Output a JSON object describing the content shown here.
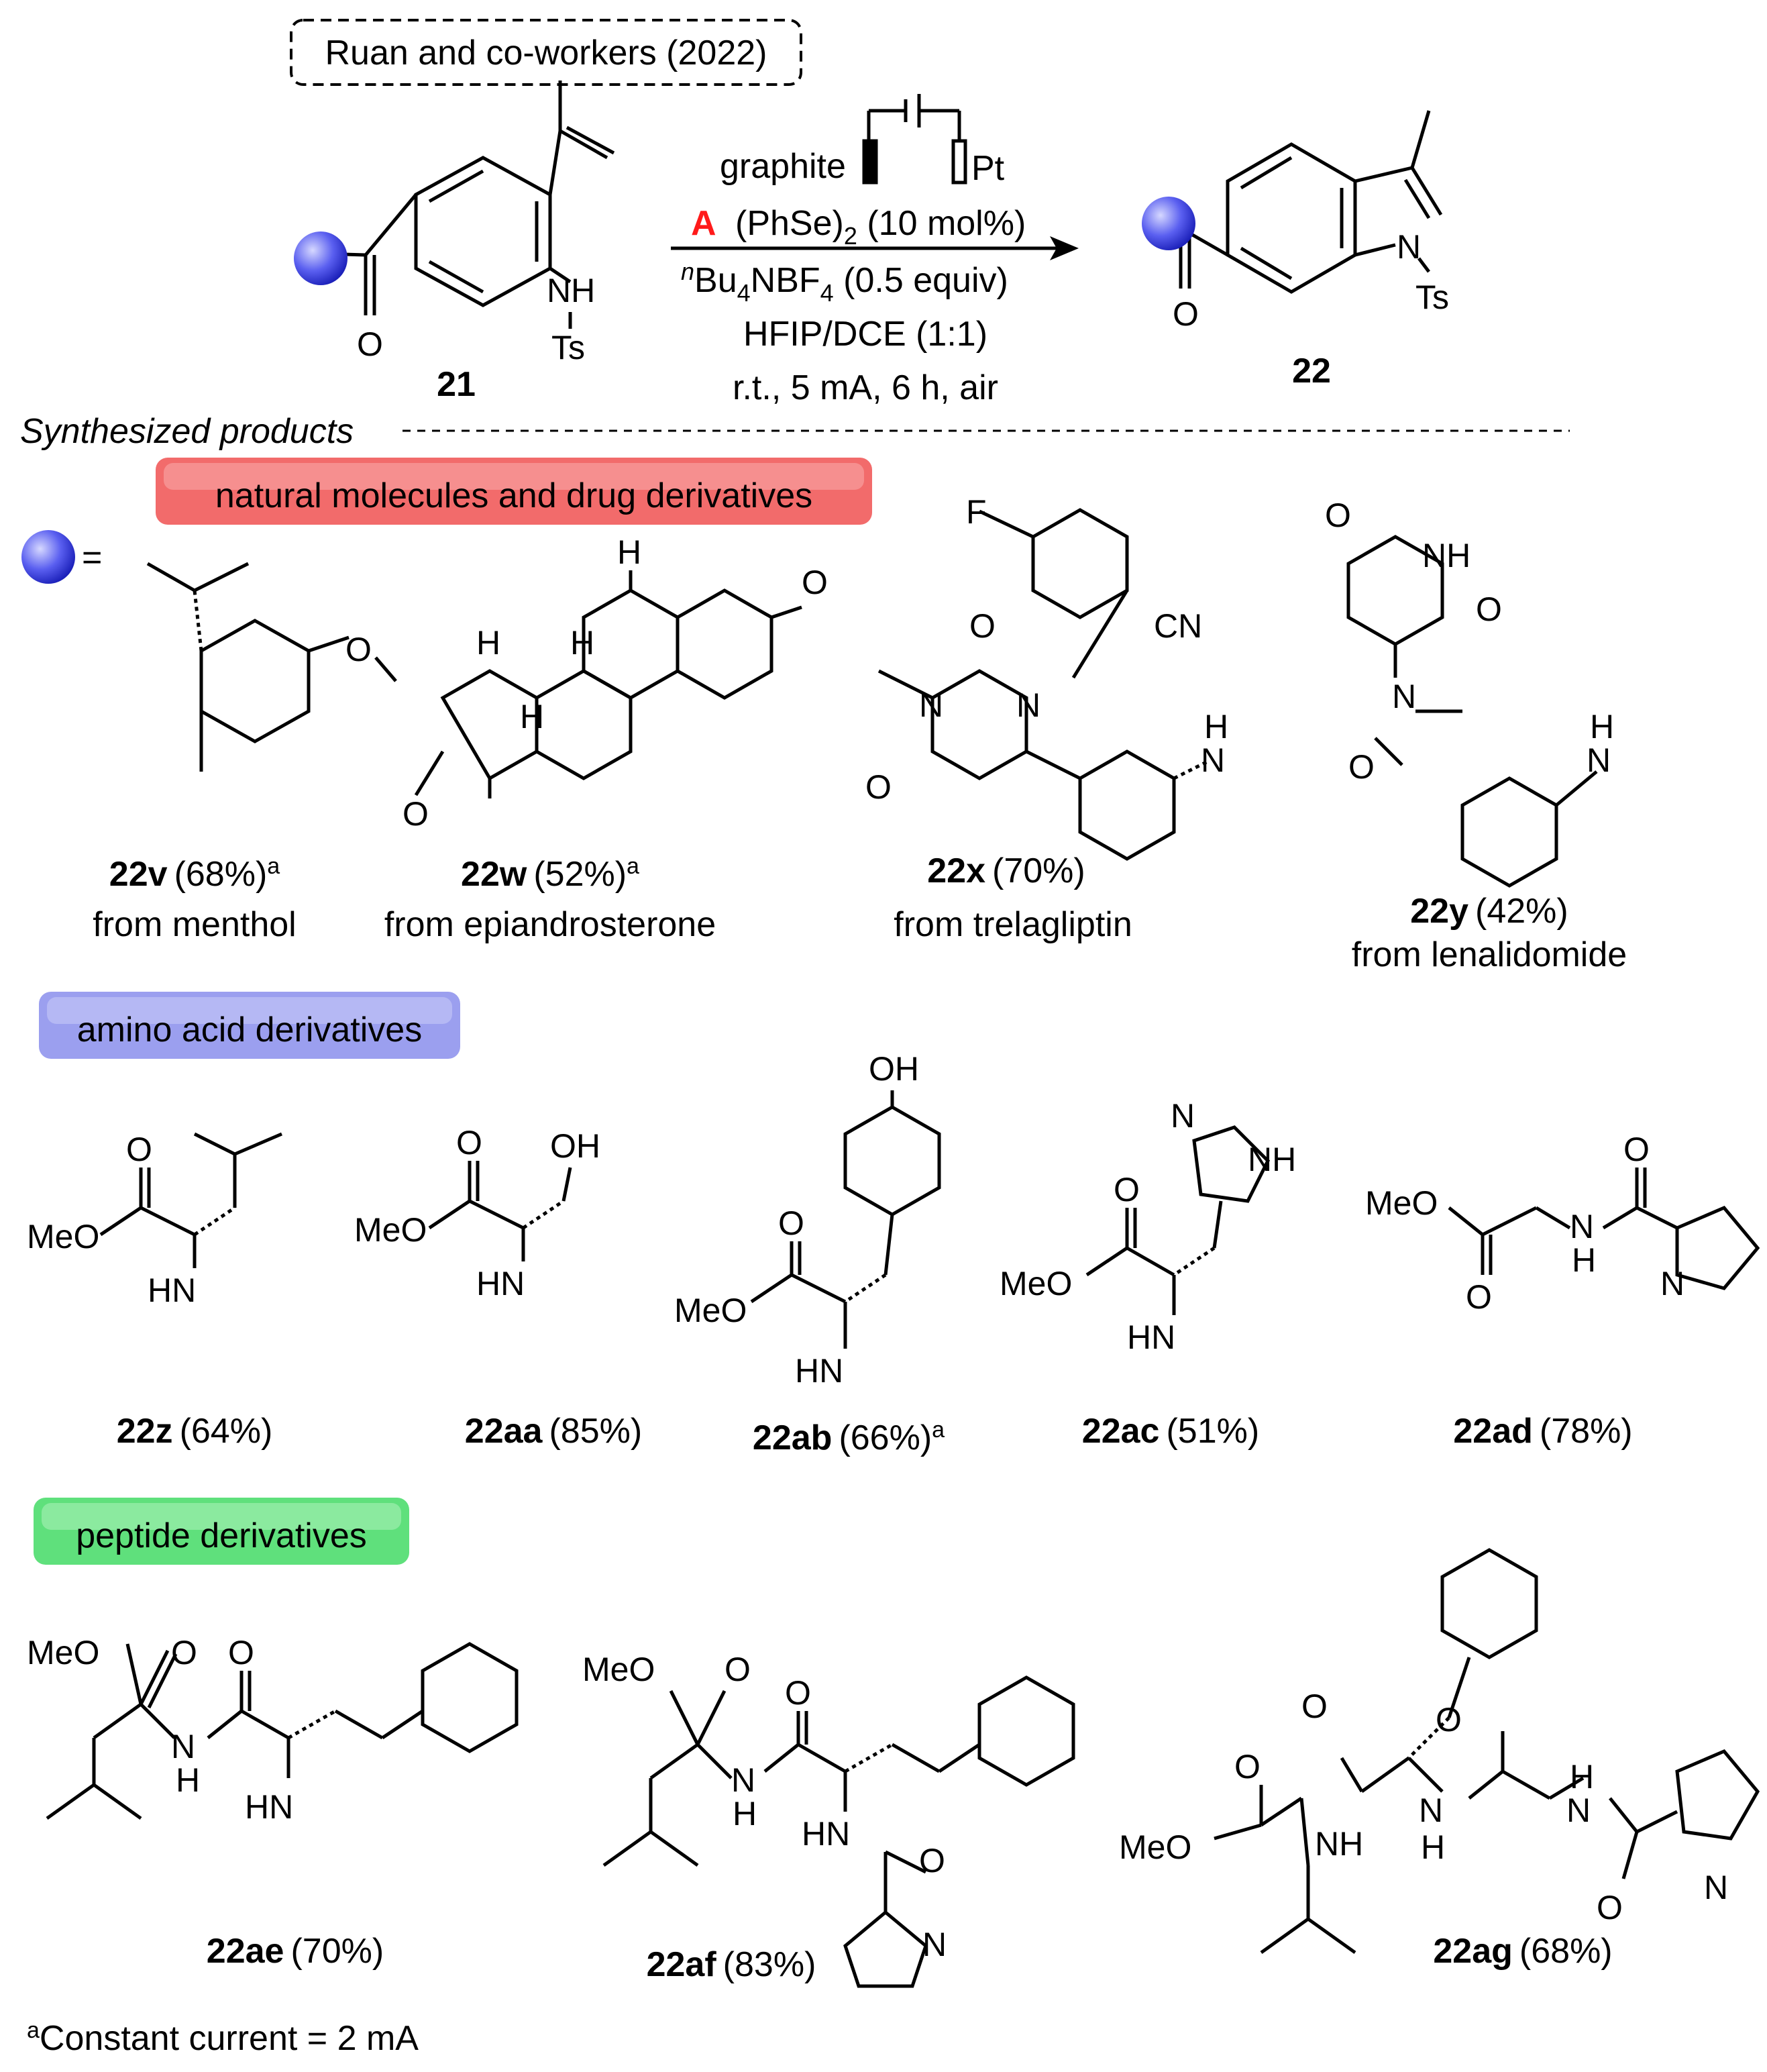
{
  "header": {
    "title": "Ruan and co-workers (2022)"
  },
  "reaction": {
    "reactant_label": "21",
    "product_label": "22",
    "anode": "graphite",
    "cathode": "Pt",
    "cond_catalyst_marker": "A",
    "cond_catalyst_marker_color": "#ff1a1a",
    "cond_catalyst_text": "(PhSe)",
    "cond_catalyst_sub": "2",
    "cond_catalyst_amount": " (10 mol%)",
    "cond_salt_sup": "n",
    "cond_salt_a": "Bu",
    "cond_salt_sub": "4",
    "cond_salt_b": "NBF",
    "cond_salt_sub2": "4",
    "cond_salt_amount": " (0.5 equiv)",
    "cond_solvent": "HFIP/DCE (1:1)",
    "cond_misc": "r.t., 5 mA, 6 h, air",
    "atoms": {
      "nh": "NH",
      "ts": "Ts",
      "o": "O",
      "n": "N"
    }
  },
  "sections": {
    "synthesized_products": "Synthesized products",
    "natural": {
      "label": "natural molecules and drug derivatives",
      "color": "#f26b6b"
    },
    "amino": {
      "label": "amino acid derivatives",
      "color": "#9b9fef"
    },
    "peptide": {
      "label": "peptide derivatives",
      "color": "#5fe07c"
    },
    "equals_sign": "="
  },
  "products": [
    {
      "id": "22v",
      "yield": "(68%)",
      "sup": "a",
      "source": "from menthol"
    },
    {
      "id": "22w",
      "yield": "(52%)",
      "sup": "a",
      "source": "from epiandrosterone"
    },
    {
      "id": "22x",
      "yield": "(70%)",
      "sup": "",
      "source": "from trelagliptin"
    },
    {
      "id": "22y",
      "yield": "(42%)",
      "sup": "",
      "source": "from lenalidomide"
    },
    {
      "id": "22z",
      "yield": "(64%)",
      "sup": ""
    },
    {
      "id": "22aa",
      "yield": "(85%)",
      "sup": ""
    },
    {
      "id": "22ab",
      "yield": "(66%)",
      "sup": "a"
    },
    {
      "id": "22ac",
      "yield": "(51%)",
      "sup": ""
    },
    {
      "id": "22ad",
      "yield": "(78%)",
      "sup": ""
    },
    {
      "id": "22ae",
      "yield": "(70%)",
      "sup": ""
    },
    {
      "id": "22af",
      "yield": "(83%)",
      "sup": ""
    },
    {
      "id": "22ag",
      "yield": "(68%)",
      "sup": ""
    }
  ],
  "atom_labels": {
    "O": "O",
    "H": "H",
    "F": "F",
    "CN": "CN",
    "N": "N",
    "NH": "NH",
    "HN": "HN",
    "OH": "OH",
    "MeO": "MeO"
  },
  "footnote": {
    "sup": "a",
    "text": "Constant current = 2 mA"
  },
  "colors": {
    "ball_light": "#c9ccff",
    "ball_dark": "#1a1fd6",
    "ink": "#000000"
  }
}
